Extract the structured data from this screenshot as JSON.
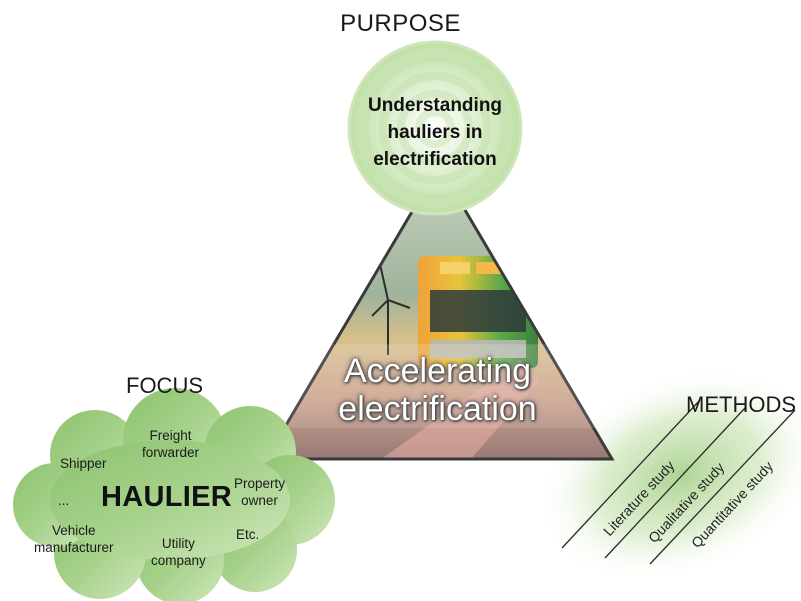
{
  "purpose": {
    "title": "PURPOSE",
    "lines": [
      "Understanding",
      "hauliers in",
      "electrification"
    ]
  },
  "center": {
    "lines": [
      "Accelerating",
      "electrification"
    ]
  },
  "focus": {
    "title": "FOCUS",
    "core": "HAULIER",
    "actors": {
      "freight_forwarder": [
        "Freight",
        "forwarder"
      ],
      "shipper": "Shipper",
      "property_owner": [
        "Property",
        "owner"
      ],
      "ellipsis": "...",
      "etc": "Etc.",
      "vehicle_manufacturer": [
        "Vehicle",
        "manufacturer"
      ],
      "utility_company": [
        "Utility",
        "company"
      ]
    }
  },
  "methods": {
    "title": "METHODS",
    "items": [
      "Literature study",
      "Qualitative study",
      "Quantitative study"
    ]
  },
  "colors": {
    "green_light": "#dcefc9",
    "green_mid": "#a9d18e",
    "green_dark": "#7fb064",
    "triangle_border": "#3a3a3a"
  }
}
